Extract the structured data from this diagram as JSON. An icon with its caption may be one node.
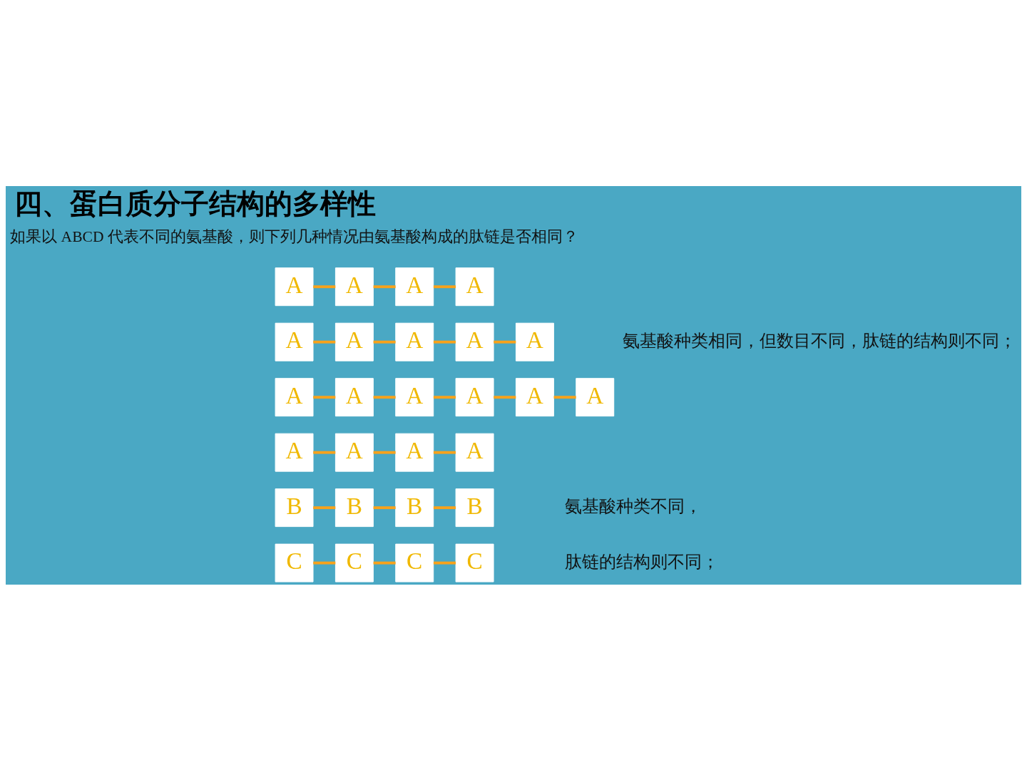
{
  "diagram": {
    "title": "四、蛋白质分子结构的多样性",
    "nodes": [
      {
        "text": [
          "A"
        ]
      },
      {
        "text": [
          "A"
        ]
      },
      {
        "text": [
          "A"
        ]
      },
      {
        "text": [
          "A"
        ]
      },
      {
        "text": [
          "A"
        ]
      },
      {
        "text": [
          "A"
        ]
      },
      {
        "text": [
          "A"
        ]
      },
      {
        "text": [
          "A"
        ]
      },
      {
        "text": [
          "A"
        ]
      },
      {
        "text": [
          "A"
        ]
      },
      {
        "text": [
          "A"
        ]
      },
      {
        "text": [
          "A"
        ]
      },
      {
        "text": [
          "A"
        ]
      },
      {
        "text": [
          "A"
        ]
      },
      {
        "text": [
          "A"
        ]
      },
      {
        "text": [
          "A"
        ]
      },
      {
        "text": [
          "A"
        ]
      },
      {
        "text": [
          "A"
        ]
      },
      {
        "text": [
          "A"
        ]
      },
      {
        "text": [
          "B"
        ]
      },
      {
        "text": [
          "B"
        ]
      },
      {
        "text": [
          "B"
        ]
      },
      {
        "text": [
          "B"
        ]
      },
      {
        "text": [
          "C"
        ]
      },
      {
        "text": [
          "C"
        ]
      },
      {
        "text": [
          "C"
        ]
      },
      {
        "text": [
          "C"
        ]
      }
    ],
    "edges": [
      {
        "from": 0,
        "to": 1,
        "arrow": "none"
      },
      {
        "from": 1,
        "to": 2,
        "arrow": "none"
      },
      {
        "from": 2,
        "to": 3,
        "arrow": "none"
      },
      {
        "from": 4,
        "to": 5,
        "arrow": "none"
      },
      {
        "from": 5,
        "to": 6,
        "arrow": "none"
      },
      {
        "from": 6,
        "to": 7,
        "arrow": "none"
      },
      {
        "from": 7,
        "to": 8,
        "arrow": "none"
      },
      {
        "from": 9,
        "to": 10,
        "arrow": "none"
      },
      {
        "from": 10,
        "to": 11,
        "arrow": "none"
      },
      {
        "from": 11,
        "to": 12,
        "arrow": "none"
      },
      {
        "from": 12,
        "to": 13,
        "arrow": "none"
      },
      {
        "from": 13,
        "to": 14,
        "arrow": "none"
      },
      {
        "from": 15,
        "to": 16,
        "arrow": "none"
      },
      {
        "from": 16,
        "to": 17,
        "arrow": "none"
      },
      {
        "from": 17,
        "to": 18,
        "arrow": "none"
      },
      {
        "from": 19,
        "to": 20,
        "arrow": "none"
      },
      {
        "from": 20,
        "to": 21,
        "arrow": "none"
      },
      {
        "from": 21,
        "to": 22,
        "arrow": "none"
      },
      {
        "from": 23,
        "to": 24,
        "arrow": "none"
      },
      {
        "from": 24,
        "to": 25,
        "arrow": "none"
      },
      {
        "from": 25,
        "to": 26,
        "arrow": "none"
      }
    ],
    "labels": [
      "如果以 ABCD 代表不同的氨基酸，则下列几种情况由氨基酸构成的肽链是否相同？",
      "氨基酸种类相同，但数目不同，肽链的结构则不同；",
      "氨基酸种类不同，",
      "肽链的结构则不同；"
    ]
  }
}
